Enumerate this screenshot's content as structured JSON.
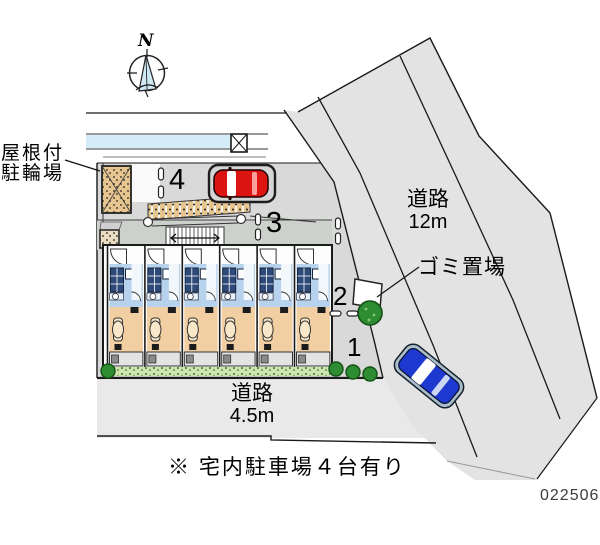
{
  "labels": {
    "compass_n": "N",
    "bike_parking_line1": "屋根付",
    "bike_parking_line2": "駐輪場",
    "road_right_name": "道路",
    "road_right_width": "12m",
    "garbage": "ゴミ置場",
    "road_bottom_name": "道路",
    "road_bottom_width": "4.5m",
    "note": "※ 宅内駐車場４台有り",
    "plan_number": "022506"
  },
  "parking": {
    "stalls": [
      "4",
      "3",
      "2",
      "1"
    ],
    "note_meaning": "4 on-site parking spaces"
  },
  "building": {
    "unit_count": 6
  },
  "colors": {
    "road_gray": "#e3e3e3",
    "band_gray": "#e9e9e9",
    "driveway_gray": "#d9d9d9",
    "stripe_blue": "#d4edf8",
    "unit_blue": "#b7d2ec",
    "unit_tan": "#f2cfa2",
    "roof_tan": "#e6c58e",
    "bush_green": "#2e8c33",
    "hatch_green": "#cfe3b0",
    "car_red": "#dd1512",
    "car_blue": "#1d39cf",
    "needle_blue": "#cfe9f5"
  }
}
